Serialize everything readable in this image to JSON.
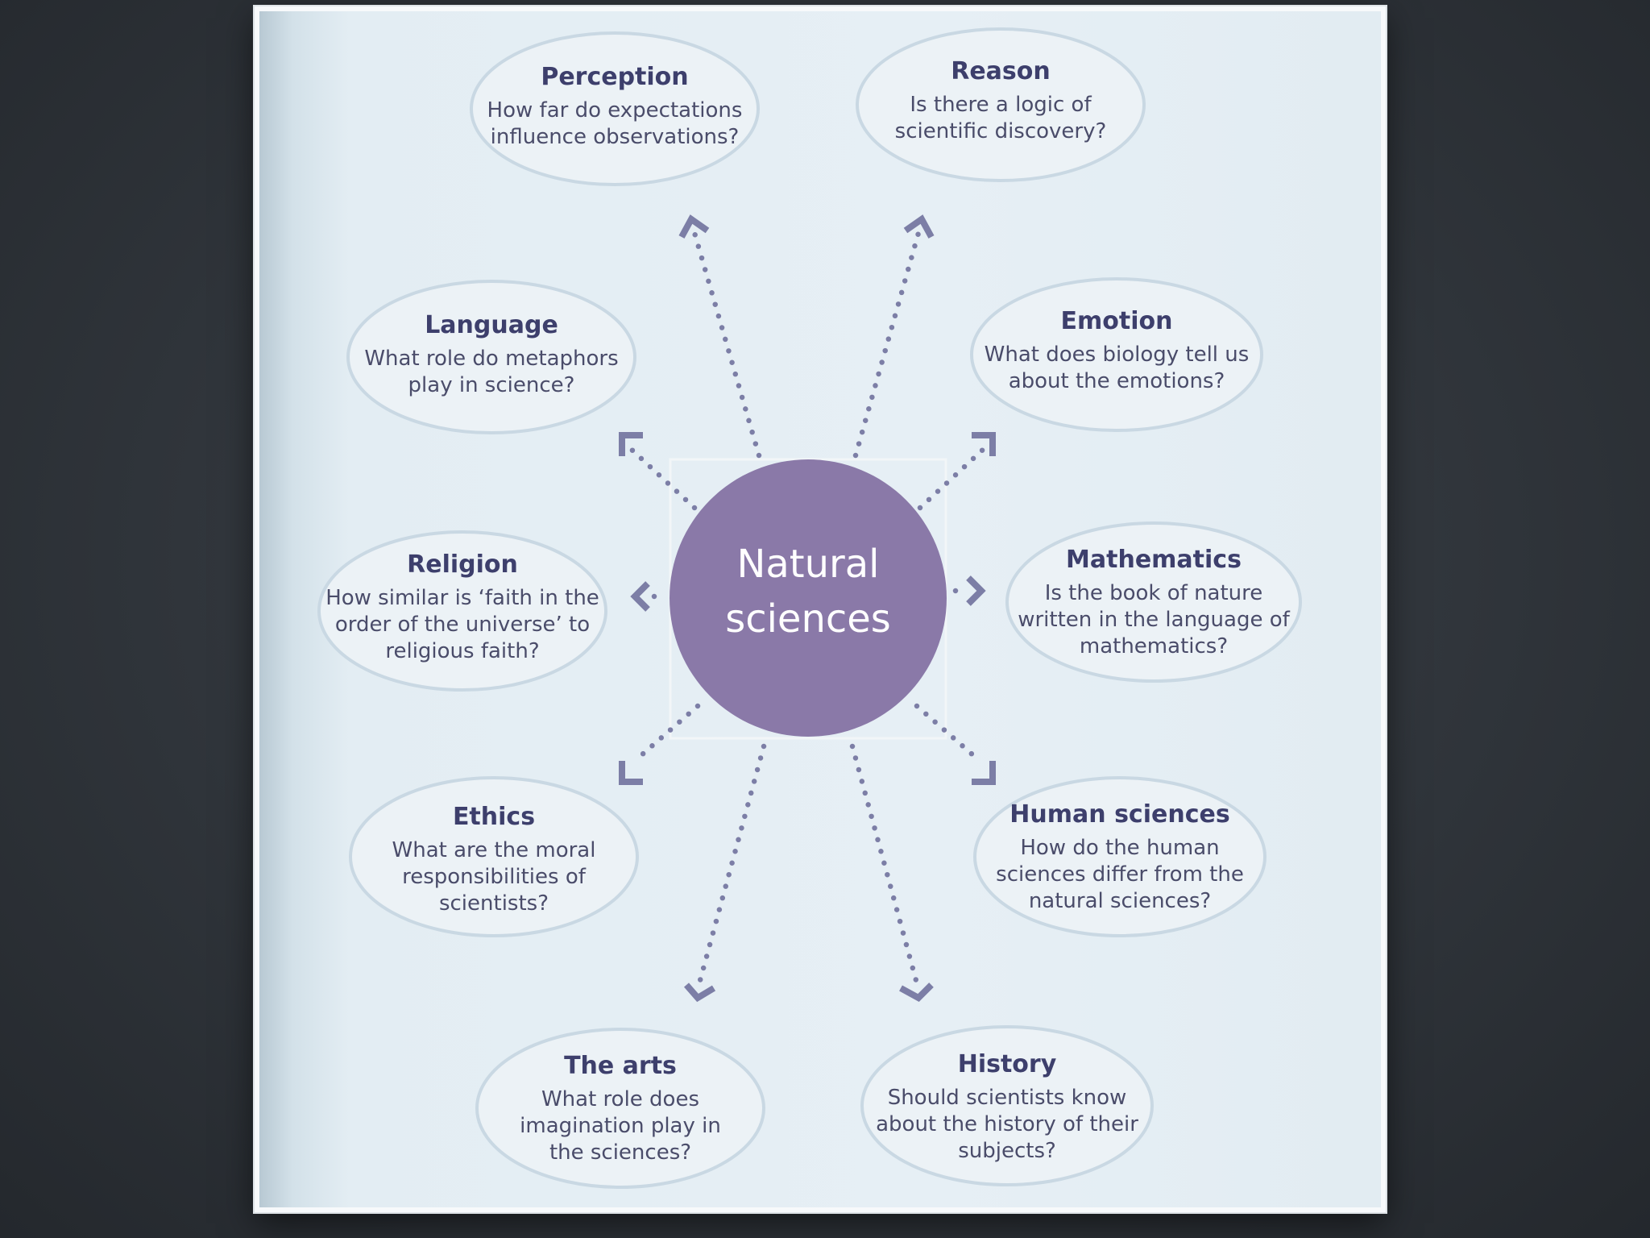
{
  "center": {
    "line1": "Natural",
    "line2": "sciences",
    "color": "#8a79a8"
  },
  "colors": {
    "bubble_fill": "#ecf2f6",
    "title_text": "#3d3f6c",
    "arrows": "#7c7ea6"
  },
  "nodes": [
    {
      "title": "Perception",
      "lines": [
        "How far do expectations",
        "influence observations?"
      ]
    },
    {
      "title": "Reason",
      "lines": [
        "Is there a logic of",
        "scientific discovery?"
      ]
    },
    {
      "title": "Language",
      "lines": [
        "What role do metaphors",
        "play in science?"
      ]
    },
    {
      "title": "Emotion",
      "lines": [
        "What does biology tell us",
        "about the emotions?"
      ]
    },
    {
      "title": "Religion",
      "lines": [
        "How similar is ‘faith in the",
        "order of the universe’ to",
        "religious faith?"
      ]
    },
    {
      "title": "Mathematics",
      "lines": [
        "Is the book of nature",
        "written in the language of",
        "mathematics?"
      ]
    },
    {
      "title": "Ethics",
      "lines": [
        "What are the moral",
        "responsibilities of",
        "scientists?"
      ]
    },
    {
      "title": "Human sciences",
      "lines": [
        "How do the human",
        "sciences differ from the",
        "natural sciences?"
      ]
    },
    {
      "title": "The arts",
      "lines": [
        "What role does",
        "imagination play in",
        "the sciences?"
      ]
    },
    {
      "title": "History",
      "lines": [
        "Should scientists know",
        "about the history of their",
        "subjects?"
      ]
    }
  ]
}
